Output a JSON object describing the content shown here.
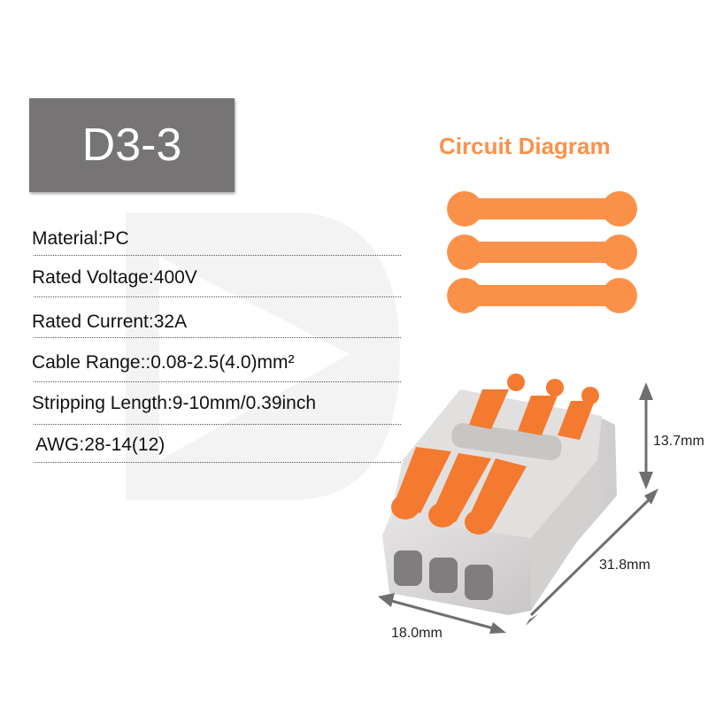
{
  "model": {
    "label": "D3-3"
  },
  "specs": [
    {
      "text": "Material:PC"
    },
    {
      "text": "Rated Voltage:400V"
    },
    {
      "text": "Rated Current:32A"
    },
    {
      "text": "Cable Range::0.08-2.5(4.0)mm²"
    },
    {
      "text": "Stripping Length:9-10mm/0.39inch"
    },
    {
      "text": "AWG:28-14(12)"
    }
  ],
  "circuit": {
    "title": "Circuit Diagram",
    "bar_count": 3,
    "color": "#fb9149"
  },
  "dimensions": {
    "height": "13.7mm",
    "length": "31.8mm",
    "width": "18.0mm"
  },
  "colors": {
    "model_box": "#767475",
    "accent": "#fb9149",
    "lever": "#f47a30",
    "body": "#d9d7d6"
  }
}
